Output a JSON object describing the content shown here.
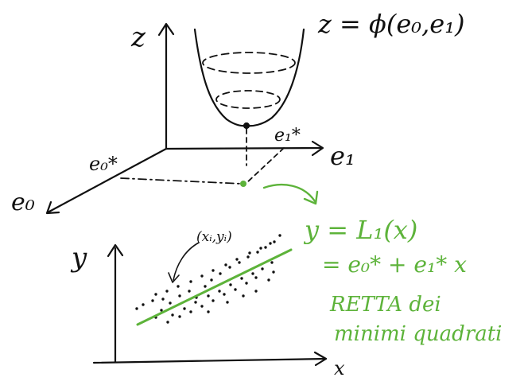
{
  "colors": {
    "ink": "#111111",
    "green": "#5db33a"
  },
  "surface": {
    "z_axis": "z",
    "equation": "z = ϕ(e₀,e₁)",
    "axis_e1": "e₁",
    "axis_e0": "e₀",
    "e1_star": "e₁*",
    "e0_star": "e₀*"
  },
  "regression": {
    "y_axis": "y",
    "x_axis": "x",
    "point_label": "(xᵢ,yᵢ)",
    "line_eq": "y = L₁(x)",
    "line_def": "= e₀* + e₁* x",
    "caption_1": "RETTA dei",
    "caption_2": "minimi quadrati"
  },
  "scatter_points": [
    [
      180,
      383
    ],
    [
      192,
      378
    ],
    [
      205,
      376
    ],
    [
      214,
      381
    ],
    [
      226,
      372
    ],
    [
      238,
      366
    ],
    [
      247,
      374
    ],
    [
      258,
      360
    ],
    [
      266,
      352
    ],
    [
      277,
      344
    ],
    [
      289,
      336
    ],
    [
      301,
      330
    ],
    [
      312,
      323
    ],
    [
      324,
      317
    ],
    [
      334,
      311
    ],
    [
      345,
      304
    ],
    [
      352,
      296
    ],
    [
      203,
      390
    ],
    [
      217,
      396
    ],
    [
      232,
      388
    ],
    [
      246,
      380
    ],
    [
      262,
      372
    ],
    [
      276,
      366
    ],
    [
      290,
      358
    ],
    [
      304,
      350
    ],
    [
      318,
      344
    ],
    [
      330,
      338
    ],
    [
      342,
      330
    ],
    [
      196,
      399
    ],
    [
      211,
      405
    ],
    [
      226,
      398
    ],
    [
      240,
      392
    ],
    [
      254,
      385
    ],
    [
      268,
      378
    ],
    [
      282,
      370
    ],
    [
      296,
      364
    ],
    [
      310,
      356
    ],
    [
      322,
      349
    ],
    [
      210,
      366
    ],
    [
      224,
      360
    ],
    [
      240,
      354
    ],
    [
      254,
      347
    ],
    [
      268,
      340
    ],
    [
      284,
      333
    ],
    [
      298,
      326
    ],
    [
      314,
      318
    ],
    [
      328,
      312
    ],
    [
      340,
      306
    ],
    [
      262,
      392
    ],
    [
      286,
      380
    ],
    [
      306,
      372
    ],
    [
      322,
      366
    ],
    [
      338,
      352
    ],
    [
      344,
      342
    ],
    [
      196,
      370
    ],
    [
      172,
      388
    ]
  ]
}
